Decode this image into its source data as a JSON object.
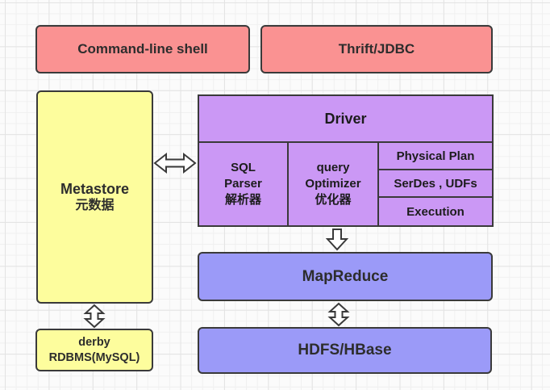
{
  "colors": {
    "pink": "#fa9292",
    "yellow": "#fdfd9d",
    "purple": "#cb98f5",
    "blue": "#9b9af8",
    "border": "#3a3a3a",
    "text": "#2d2d2d",
    "grid_line": "#e9e9e9",
    "background": "#fbfbfb"
  },
  "nodes": {
    "command_line_shell": "Command-line shell",
    "thrift_jdbc": "Thrift/JDBC",
    "metastore": [
      "Metastore",
      "元数据"
    ],
    "driver": "Driver",
    "sql_parser": [
      "SQL",
      "Parser",
      "解析器"
    ],
    "query_optimizer": [
      "query",
      "Optimizer",
      "优化器"
    ],
    "physical_plan": "Physical Plan",
    "serdes_udfs": "SerDes , UDFs",
    "execution": "Execution",
    "mapreduce": "MapReduce",
    "hdfs_hbase": "HDFS/HBase",
    "derby": [
      "derby",
      "RDBMS(MySQL)"
    ]
  },
  "arrows": [
    {
      "name": "metastore-driver-arrow",
      "type": "double-horizontal"
    },
    {
      "name": "driver-mapreduce-arrow",
      "type": "down"
    },
    {
      "name": "mapreduce-hdfs-arrow",
      "type": "double-vertical"
    },
    {
      "name": "metastore-derby-arrow",
      "type": "double-vertical"
    }
  ]
}
